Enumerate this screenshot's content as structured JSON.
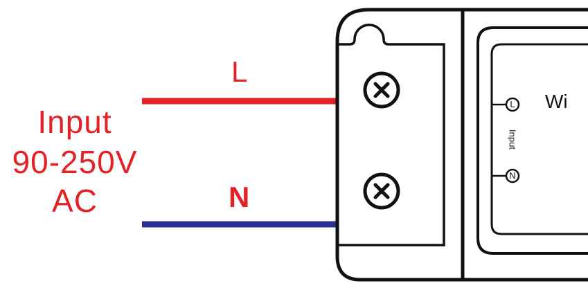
{
  "input": {
    "line1": "Input",
    "line2": "90-250V",
    "line3": "AC"
  },
  "wires": {
    "live_label": "L",
    "neutral_label": "N"
  },
  "module": {
    "terminal_l": "L",
    "terminal_n": "N",
    "terminal_group_label": "Input",
    "partial_text": "Wi"
  },
  "colors": {
    "live": "#e32226",
    "neutral": "#2b2f8f",
    "outline": "#111111"
  }
}
